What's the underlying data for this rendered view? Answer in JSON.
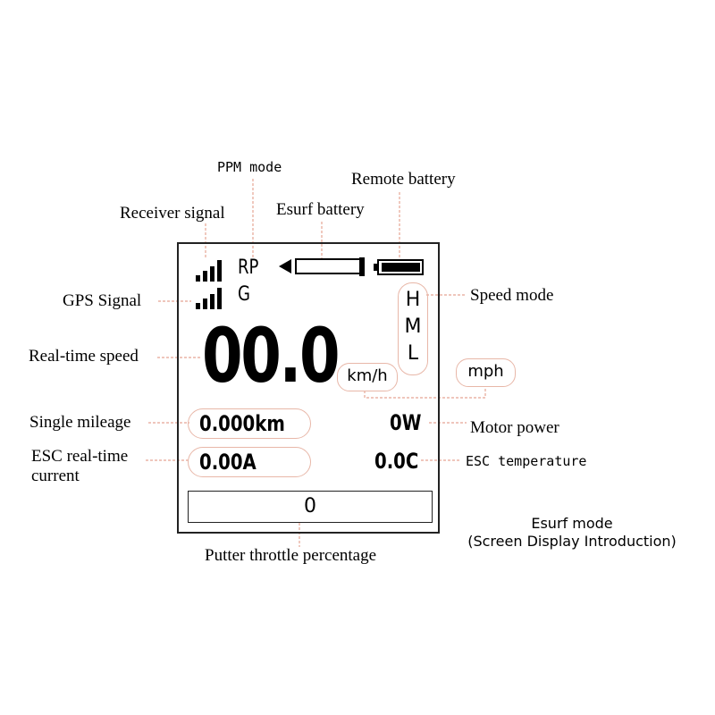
{
  "labels": {
    "ppm_mode": "PPM mode",
    "remote_battery": "Remote battery",
    "receiver_signal": "Receiver signal",
    "esurf_battery": "Esurf battery",
    "gps_signal": "GPS Signal",
    "speed_mode": "Speed mode",
    "real_time_speed": "Real-time speed",
    "single_mileage": "Single mileage",
    "motor_power": "Motor power",
    "esc_current_line1": "ESC real-time",
    "esc_current_line2": "current",
    "esc_temperature": "ESC temperature",
    "putter_throttle": "Putter throttle percentage"
  },
  "caption": {
    "line1": "Esurf mode",
    "line2": "(Screen Display Introduction)"
  },
  "screen": {
    "mode_text": "RP",
    "gps_text": "G",
    "speed": "00.0",
    "speed_modes": [
      "H",
      "M",
      "L"
    ],
    "unit_kmh": "km/h",
    "unit_mph": "mph",
    "mileage": "0.000km",
    "power": "0W",
    "current": "0.00A",
    "temperature": "0.0C",
    "throttle": "0"
  },
  "colors": {
    "leader_line": "#e5a593",
    "pill_border": "#e8b7a8"
  }
}
